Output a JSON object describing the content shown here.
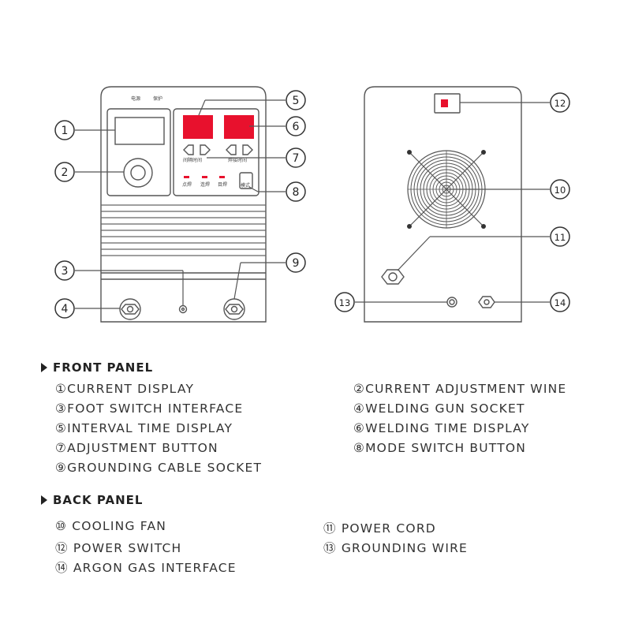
{
  "front_panel": {
    "top_labels": [
      "电源",
      "保护"
    ],
    "button_labels": [
      "间隔时间",
      "焊接时间"
    ],
    "indicator_labels": [
      "点焊",
      "连焊",
      "目焊"
    ],
    "mode_label": "模式",
    "accent_red": "#e8112d",
    "callouts": [
      "1",
      "2",
      "3",
      "4",
      "5",
      "6",
      "7",
      "8",
      "9"
    ]
  },
  "back_panel": {
    "callouts": [
      "10",
      "11",
      "12",
      "13",
      "14"
    ]
  },
  "legend": {
    "front_title": "FRONT PANEL",
    "front_items": [
      "①CURRENT DISPLAY",
      "②CURRENT ADJUSTMENT WINE",
      "③FOOT SWITCH INTERFACE",
      "④WELDING GUN SOCKET",
      "⑤INTERVAL TIME DISPLAY",
      "⑥WELDING TIME DISPLAY",
      "⑦ADJUSTMENT BUTTON",
      "⑧MODE SWITCH BUTTON",
      "⑨GROUNDING CABLE SOCKET"
    ],
    "back_title": "BACK PANEL",
    "back_items": [
      "⑩ COOLING FAN",
      "⑪ POWER CORD",
      "⑫ POWER SWITCH",
      "⑬ GROUNDING WIRE",
      "⑭ ARGON GAS INTERFACE"
    ]
  }
}
